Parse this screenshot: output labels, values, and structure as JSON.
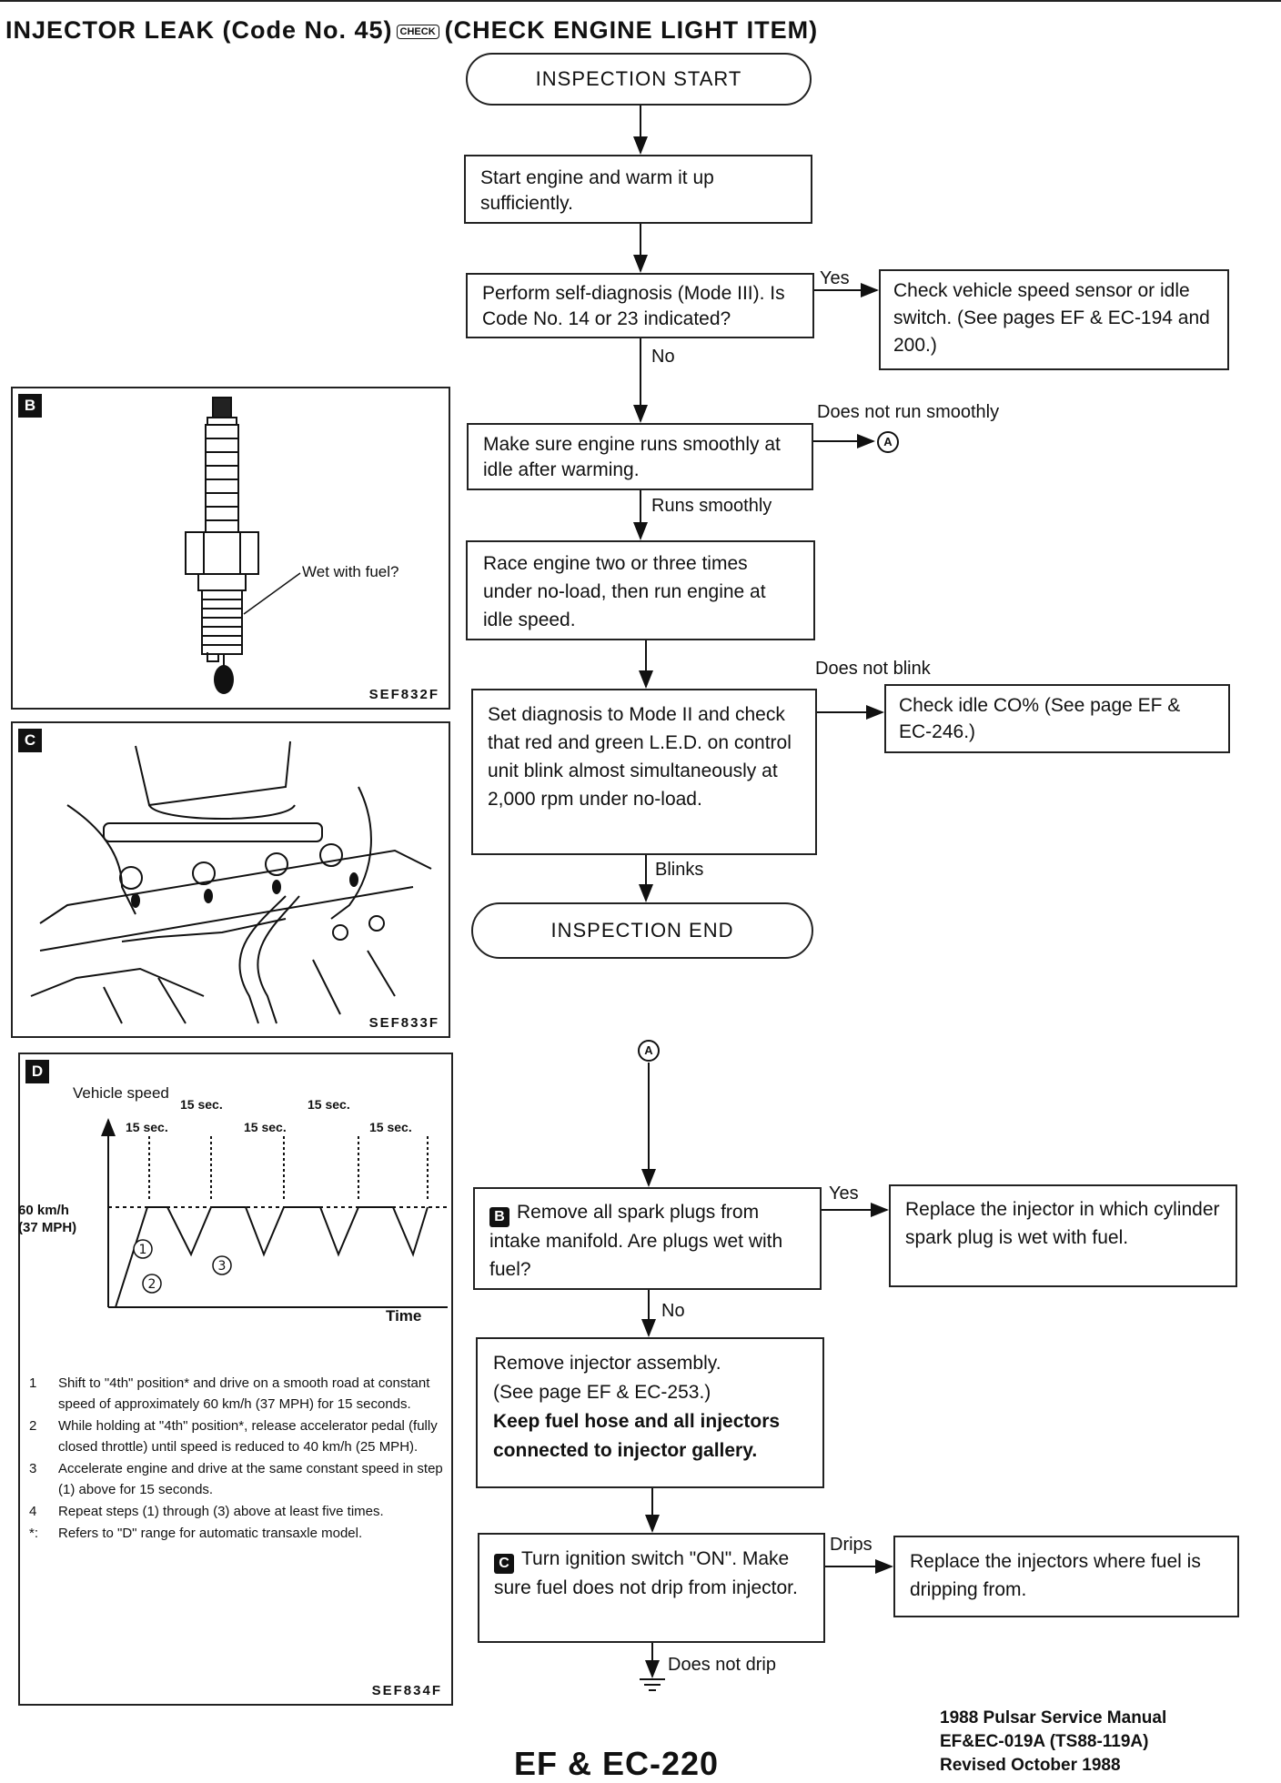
{
  "header": {
    "title_part1": "INJECTOR LEAK (Code No. 45)",
    "check_icon_text": "CHECK",
    "title_part2": "(CHECK ENGINE LIGHT ITEM)"
  },
  "flow": {
    "start": "INSPECTION START",
    "step1": "Start engine and warm it up sufficiently.",
    "step2": "Perform self-diagnosis (Mode III). Is Code No. 14 or 23 indicated?",
    "step2_yes_label": "Yes",
    "step2_yes": "Check vehicle speed sensor or idle switch. (See pages EF & EC-194 and 200.)",
    "step2_no_label": "No",
    "step3": "Make sure engine runs smoothly at idle after warming.",
    "step3_fail_label": "Does not run smoothly",
    "step3_ok_label": "Runs smoothly",
    "step4": "Race engine two or three times under no-load, then run engine at idle speed.",
    "step5": "Set diagnosis to Mode II and check that red and green L.E.D. on control unit blink almost simultaneously at 2,000 rpm under no-load.",
    "step5_fail_label": "Does not blink",
    "step5_fail": "Check idle CO% (See page EF & EC-246.)",
    "step5_ok_label": "Blinks",
    "end": "INSPECTION END",
    "connector": "A",
    "step6_tag": "B",
    "step6": "Remove all spark plugs from intake manifold. Are plugs wet with fuel?",
    "step6_yes_label": "Yes",
    "step6_yes": "Replace the injector in which cylinder spark plug is wet with fuel.",
    "step6_no_label": "No",
    "step7_line1": "Remove injector assembly.",
    "step7_line2": "(See page EF & EC-253.)",
    "step7_bold": "Keep fuel hose and all injectors connected to injector gallery.",
    "step8_tag": "C",
    "step8": "Turn ignition switch \"ON\". Make sure fuel does not drip from injector.",
    "step8_yes_label": "Drips",
    "step8_yes": "Replace the injectors where fuel is dripping from.",
    "step8_no_label": "Does not drip"
  },
  "panel_b": {
    "tag": "B",
    "callout": "Wet with fuel?",
    "code": "SEF832F"
  },
  "panel_c": {
    "tag": "C",
    "code": "SEF833F"
  },
  "panel_d": {
    "tag": "D",
    "y_axis": "Vehicle speed",
    "x_axis": "Time",
    "speed_label_1": "60 km/h",
    "speed_label_2": "(37 MPH)",
    "interval": "15 sec.",
    "notes": [
      {
        "n": "1",
        "text": "Shift to \"4th\" position* and drive on a smooth road at constant speed of approximately 60 km/h (37 MPH) for 15 seconds."
      },
      {
        "n": "2",
        "text": "While holding at \"4th\" position*, release accelerator pedal (fully closed throttle) until speed is reduced to 40 km/h (25 MPH)."
      },
      {
        "n": "3",
        "text": "Accelerate engine and drive at the same constant speed in step (1) above for 15 seconds."
      },
      {
        "n": "4",
        "text": "Repeat steps (1) through (3) above at least five times."
      },
      {
        "n": "*:",
        "text": "Refers to \"D\" range for automatic transaxle model."
      }
    ],
    "code": "SEF834F"
  },
  "footer": {
    "page": "EF & EC-220",
    "manual": "1988 Pulsar Service Manual",
    "ref": "EF&EC-019A (TS88-119A)",
    "revised": "Revised October 1988"
  }
}
